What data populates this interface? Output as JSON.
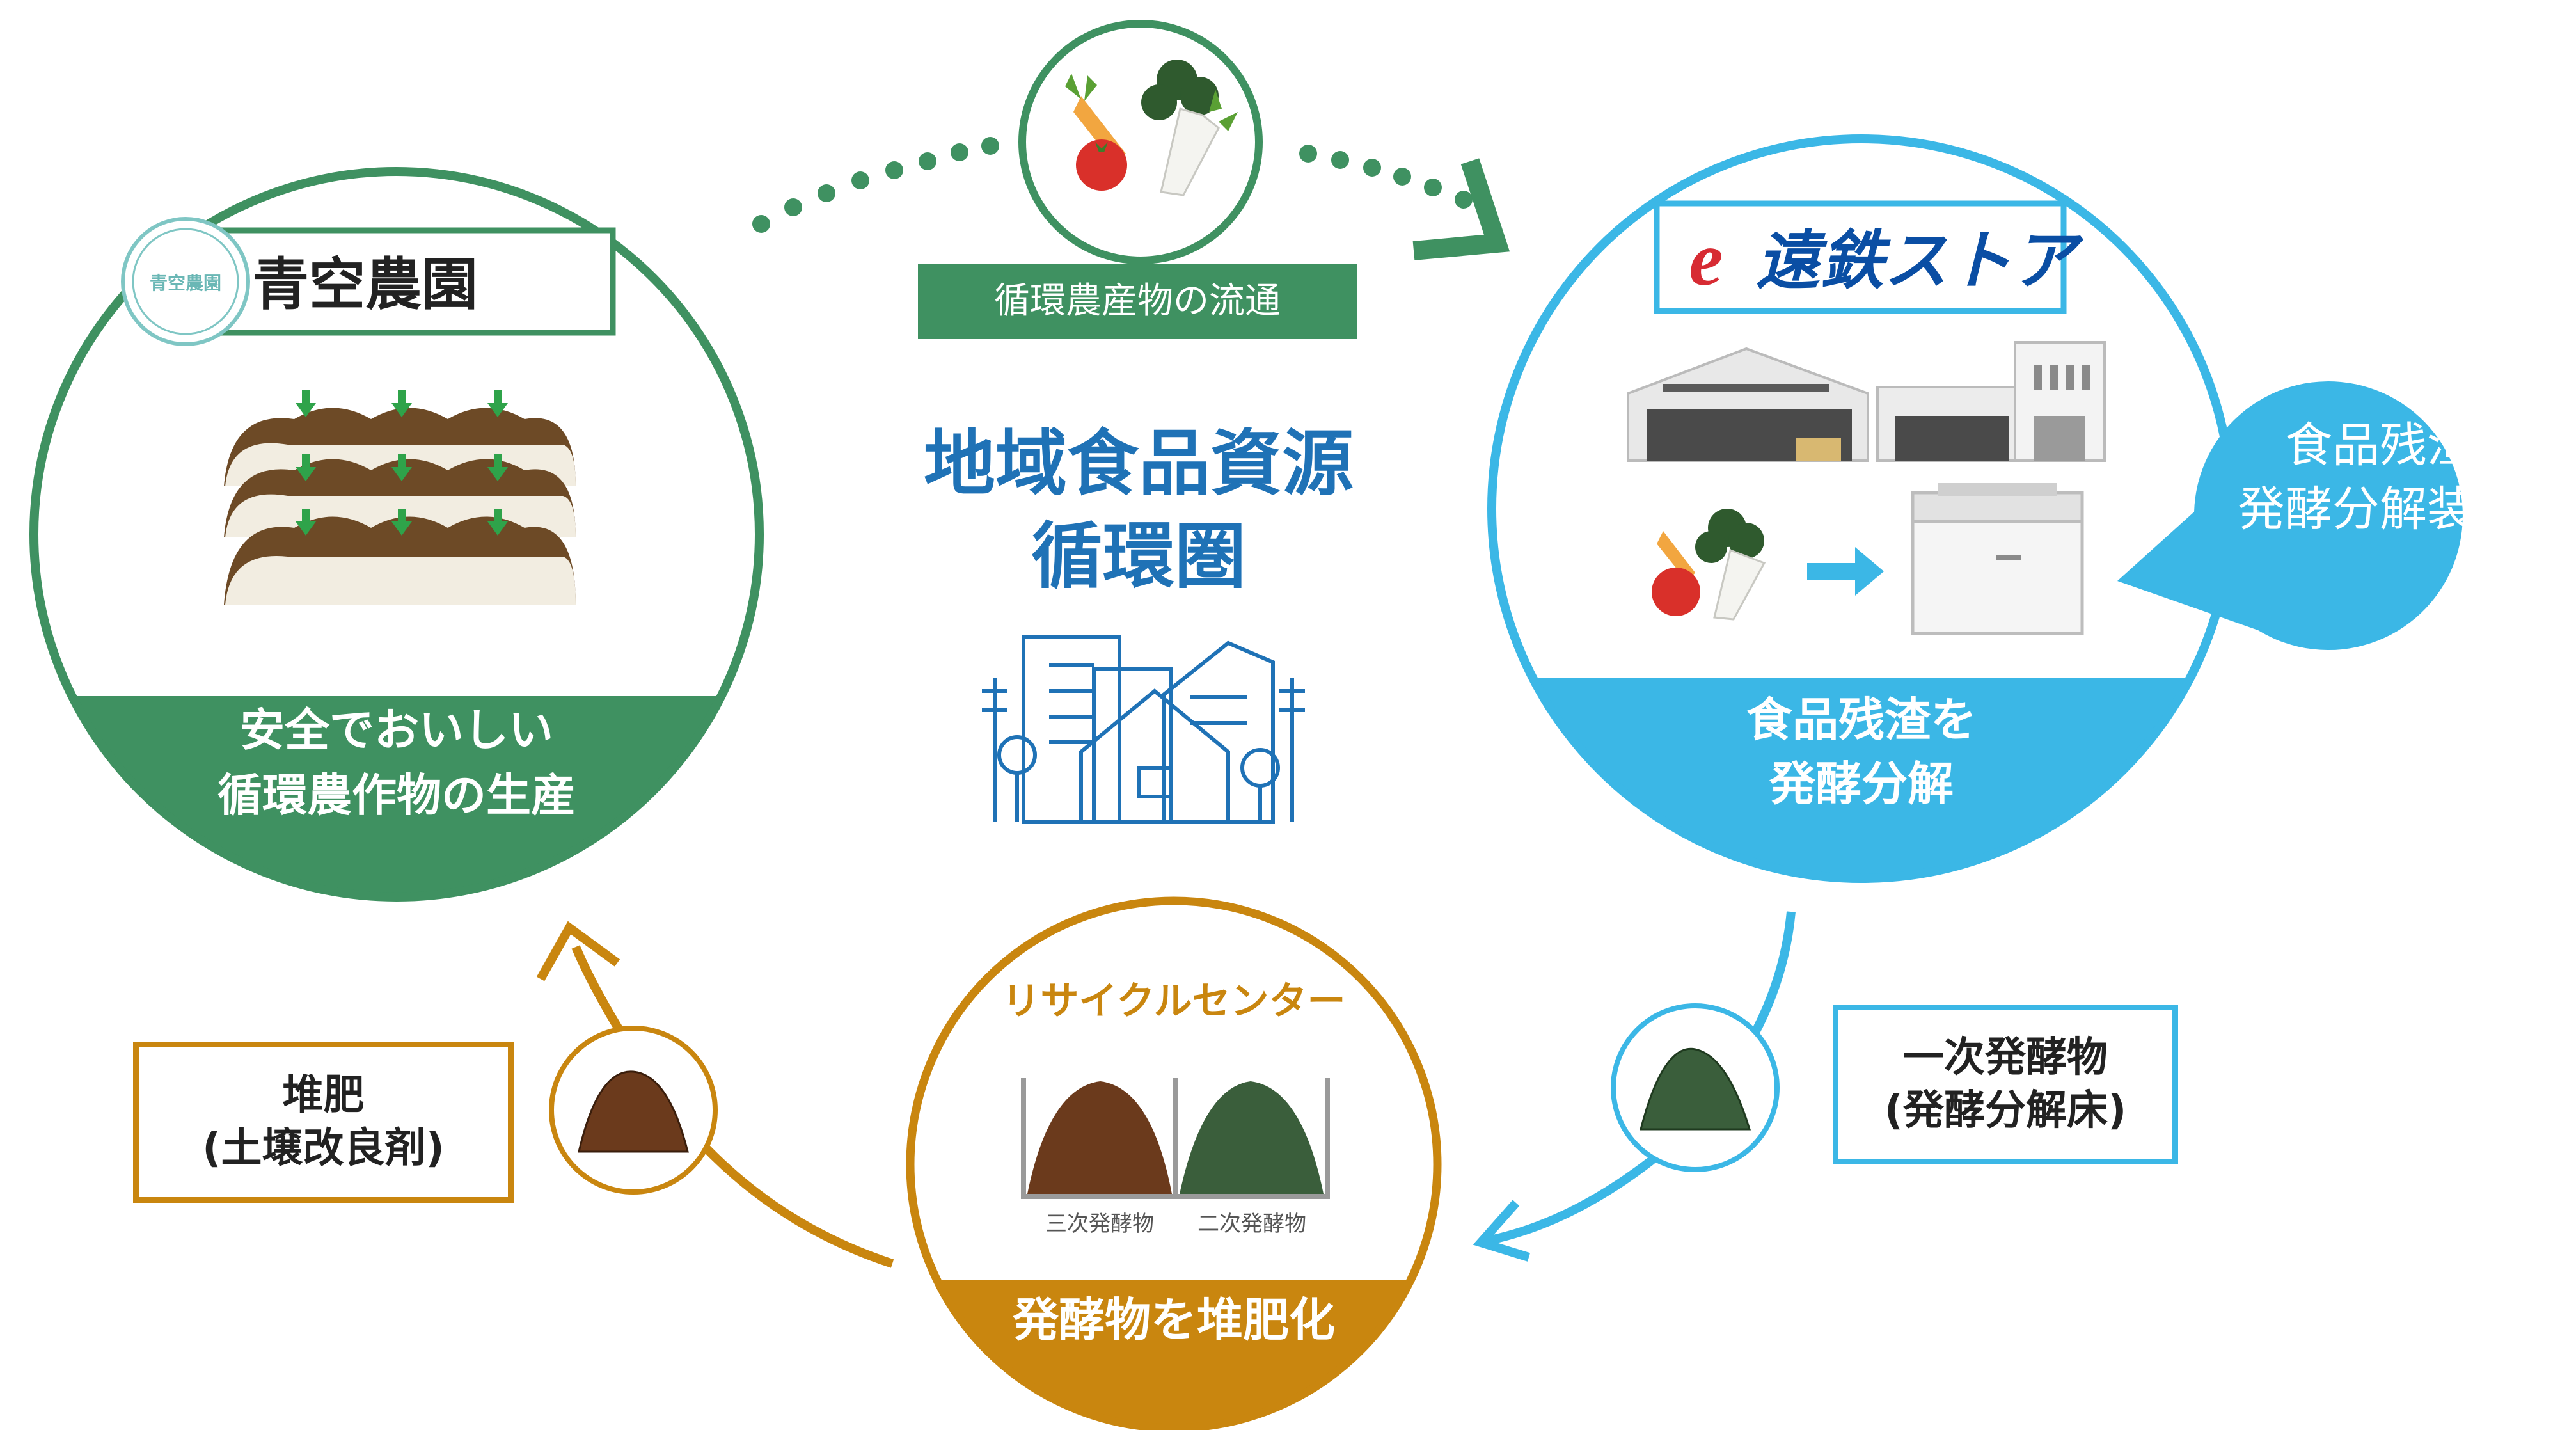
{
  "farm": {
    "name": "青空農園",
    "badge": "青空農園",
    "caption_line1": "安全でおいしい",
    "caption_line2": "循環農作物の生産"
  },
  "store": {
    "logo_mark": "e",
    "name": "遠鉄ストア",
    "caption_line1": "食品残渣を",
    "caption_line2": "発酵分解"
  },
  "device_bubble": {
    "line1": "食品残渣",
    "line2": "発酵分解装置"
  },
  "center": {
    "title_line1": "地域食品資源",
    "title_line2": "循環圏"
  },
  "distribution_label": "循環農産物の流通",
  "recycle": {
    "title": "リサイクルセンター",
    "pile1_label": "三次発酵物",
    "pile2_label": "二次発酵物",
    "caption": "発酵物を堆肥化"
  },
  "compost": {
    "line1": "堆肥",
    "line2": "(土壌改良剤)"
  },
  "primary": {
    "line1": "一次発酵物",
    "line2": "(発酵分解床)"
  },
  "colors": {
    "green": "#3f9161",
    "blue": "#3bb7e6",
    "orange": "#c9860f",
    "title_blue": "#1f72b6",
    "brown": "#6b3a1c",
    "dark_green": "#3a5e3b"
  }
}
